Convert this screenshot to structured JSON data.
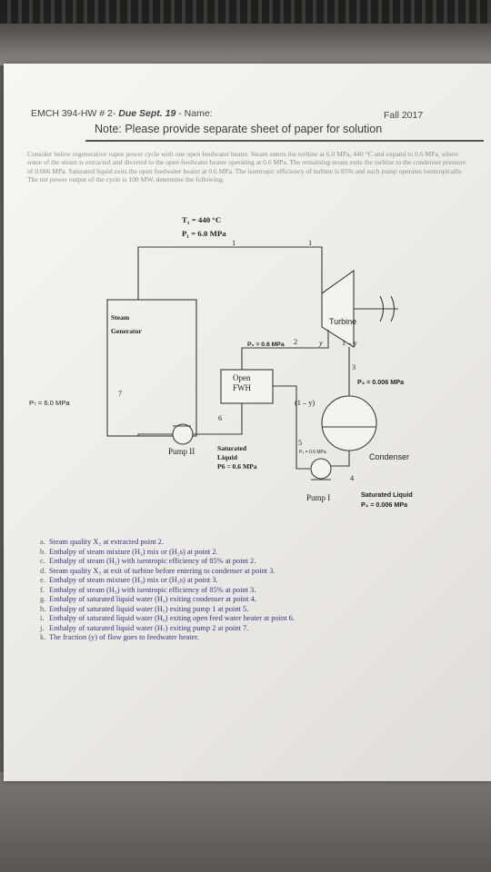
{
  "header": {
    "course": "EMCH 394-HW # 2-",
    "due": "Due Sept. 19",
    "name_label": " - Name:",
    "term": "Fall 2017",
    "note": "Note: Please provide separate sheet of paper for solution"
  },
  "problem": {
    "text": "Consider below regenerative vapor power cycle with one open feedwater heater. Steam enters the turbine at 6.0 MPa, 440 °C and expand to 0.6 MPa, where some of the steam is extracted and diverted to the open feedwater heater operating at 0.6 MPa. The remaining steam exits the turbine to the condenser pressure of 0.006 MPa. Saturated liquid exits the open feedwater heater at 0.6 MPa. The isentropic efficiency of turbine is 85% and each pump operates isentropically. The net power output of the cycle is 100 MW, determine the following:"
  },
  "diagram": {
    "t1": "T₁ = 440 °C",
    "p1": "P₁ = 6.0 MPa",
    "state1": "1",
    "steam": "Steam",
    "generator": "Generator",
    "turbine": "Turbine",
    "state2": "2",
    "p2": "P₂ = 0.6 MPa",
    "y": "y",
    "one_minus_y": "1 – y",
    "state3": "3",
    "p3": "P₃ = 0.006 MPa",
    "open": "Open",
    "fwh": "FWH",
    "state7": "7",
    "p7": "P₇ = 6.0 MPa",
    "one_minus_y_paren": "(1 – y)",
    "state6": "6",
    "state5": "5",
    "saturated": "Saturated",
    "liquid": "Liquid",
    "p6": "P6 = 0.6 MPa",
    "pump2": "Pump II",
    "p5": "P₅ = 0.6 MPa",
    "condenser": "Condenser",
    "state4": "4",
    "pump1": "Pump I",
    "sat_liquid": "Saturated Liquid",
    "p4": "P₄ = 0.006 MPa"
  },
  "questions": [
    {
      "mark": "a.",
      "text": "Steam quality X₂ at extracted point 2."
    },
    {
      "mark": "b.",
      "text": "Enthalpy of steam mixture (H₂) mix or (H₂s) at point 2."
    },
    {
      "mark": "c.",
      "text": "Enthalpy of steam (H₂) with isentropic efficiency of 85% at point 2."
    },
    {
      "mark": "d.",
      "text": "Steam quality X₃ at exit of turbine before entering to condenser at point 3."
    },
    {
      "mark": "e.",
      "text": "Enthalpy of steam mixture (H₃) mix or (H₃s) at point 3."
    },
    {
      "mark": "f.",
      "text": "Enthalpy of steam (H₃) with isentropic efficiency of 85% at point 3."
    },
    {
      "mark": "g.",
      "text": "Enthalpy of saturated liquid water (H₄) exiting condenser at point 4."
    },
    {
      "mark": "h.",
      "text": "Enthalpy of saturated liquid water (H₅) exiting pump 1 at point 5."
    },
    {
      "mark": "i.",
      "text": "Enthalpy of saturated liquid water (H₆) exiting open feed water heater at point 6."
    },
    {
      "mark": "j.",
      "text": "Enthalpy of saturated liquid water (H₇) exiting pump 2 at point 7."
    },
    {
      "mark": "k.",
      "text": "The fraction (y) of flow goes to feedwater heater."
    }
  ]
}
